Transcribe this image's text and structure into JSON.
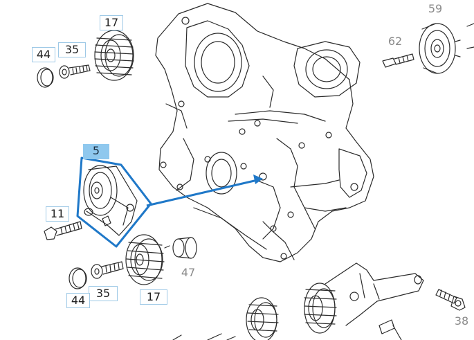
{
  "callouts": {
    "c17_top": "17",
    "c44_top": "44",
    "c35_top": "35",
    "c59": "59",
    "c62": "62",
    "c5": "5",
    "c11": "11",
    "c47": "47",
    "c35_bot": "35",
    "c44_bot": "44",
    "c17_bot": "17",
    "c38": "38"
  },
  "colors": {
    "line": "#2b2b2b",
    "highlight": "#1f78c8",
    "selected_label_bg": "#8fc8ee",
    "label_border": "#9ec9e6",
    "gray_label": "#8a8a8a"
  }
}
